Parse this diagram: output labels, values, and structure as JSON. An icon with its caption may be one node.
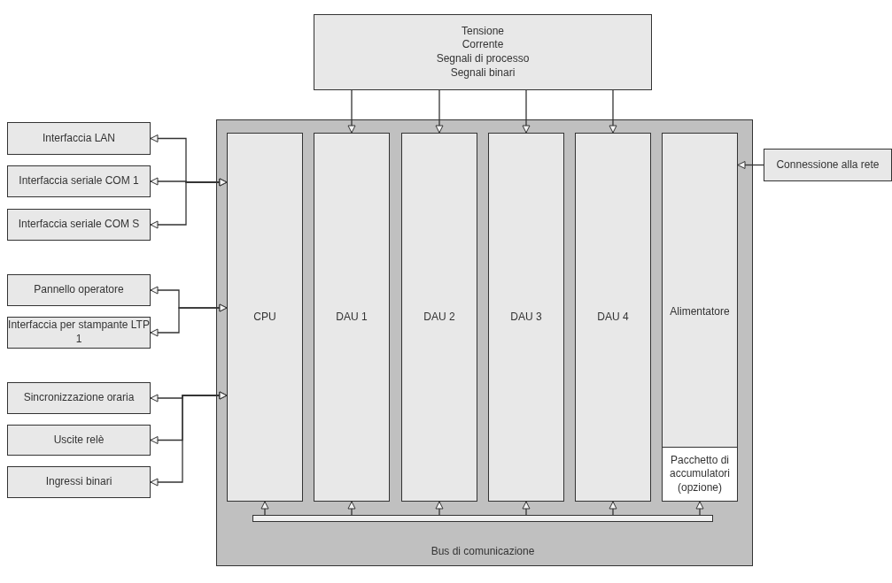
{
  "diagram": {
    "nodes": [
      {
        "text": [
          "Tensione",
          "Corrente",
          "Segnali di processo",
          "Segnali binari"
        ]
      },
      {
        "text": [
          "Interfaccia LAN"
        ]
      },
      {
        "text": [
          "Interfaccia seriale COM 1"
        ]
      },
      {
        "text": [
          "Interfaccia seriale COM S"
        ]
      },
      {
        "text": [
          "Pannello operatore"
        ]
      },
      {
        "text": [
          "Interfaccia per stampante LTP 1"
        ]
      },
      {
        "text": [
          "Sincronizzazione oraria"
        ]
      },
      {
        "text": [
          "Uscite relè"
        ]
      },
      {
        "text": [
          "Ingressi binari"
        ]
      },
      {
        "text": [],
        "shape": "box"
      },
      {
        "text": [
          "CPU"
        ],
        "in": 9
      },
      {
        "text": [
          "DAU 1"
        ],
        "in": 9
      },
      {
        "text": [
          "DAU 2"
        ],
        "in": 9
      },
      {
        "text": [
          "DAU 3"
        ],
        "in": 9
      },
      {
        "text": [
          "DAU 4"
        ],
        "in": 9
      },
      {
        "text": [
          "Alimentatore"
        ],
        "in": 9
      },
      {
        "text": [
          "Pacchetto di accumulatori (opzione)"
        ],
        "in": 15
      },
      {
        "text": [
          "Connessione alla rete"
        ]
      },
      {
        "text": [
          "Bus di comunicazione"
        ],
        "in": 9
      }
    ],
    "edges": [
      {
        "from": 0,
        "to": 11,
        "arrow": "to"
      },
      {
        "from": 0,
        "to": 12,
        "arrow": "to"
      },
      {
        "from": 0,
        "to": 13,
        "arrow": "to"
      },
      {
        "from": 0,
        "to": 14,
        "arrow": "to"
      },
      {
        "from": 1,
        "to": 10,
        "arrow": "both"
      },
      {
        "from": 2,
        "to": 10,
        "arrow": "both"
      },
      {
        "from": 3,
        "to": 10,
        "arrow": "both"
      },
      {
        "from": 4,
        "to": 10,
        "arrow": "both"
      },
      {
        "from": 5,
        "to": 10,
        "arrow": "both"
      },
      {
        "from": 6,
        "to": 10,
        "arrow": "both"
      },
      {
        "from": 7,
        "to": 10,
        "arrow": "both"
      },
      {
        "from": 8,
        "to": 10,
        "arrow": "both"
      },
      {
        "from": 17,
        "to": 15,
        "arrow": "to"
      },
      {
        "from": 18,
        "to": 10,
        "arrow": "to"
      },
      {
        "from": 18,
        "to": 11,
        "arrow": "to"
      },
      {
        "from": 18,
        "to": 12,
        "arrow": "to"
      },
      {
        "from": 18,
        "to": 13,
        "arrow": "to"
      },
      {
        "from": 18,
        "to": 14,
        "arrow": "to"
      },
      {
        "from": 18,
        "to": 16,
        "arrow": "to"
      }
    ]
  }
}
